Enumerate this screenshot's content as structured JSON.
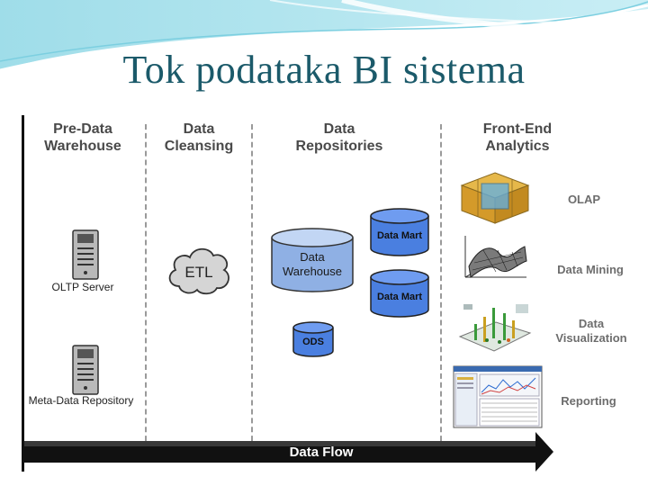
{
  "title": "Tok podataka BI sistema",
  "columns": [
    {
      "label": "Pre-Data\nWarehouse"
    },
    {
      "label": "Data\nCleansing"
    },
    {
      "label": "Data\nRepositories"
    },
    {
      "label": "Front-End\nAnalytics"
    }
  ],
  "sources": {
    "oltp": "OLTP Server",
    "meta": "Meta-Data Repository"
  },
  "etl": "ETL",
  "repositories": {
    "warehouse": "Data\nWarehouse",
    "mart1": "Data Mart",
    "mart2": "Data Mart",
    "ods": "ODS"
  },
  "analytics": [
    {
      "label": "OLAP"
    },
    {
      "label": "Data Mining"
    },
    {
      "label": "Data\nVisualization"
    },
    {
      "label": "Reporting"
    }
  ],
  "flow": "Data Flow",
  "colors": {
    "title": "#1b5a6a",
    "db_fill": "#5a8fe0",
    "db_top": "#8db4f0",
    "arrow": "#111111"
  }
}
